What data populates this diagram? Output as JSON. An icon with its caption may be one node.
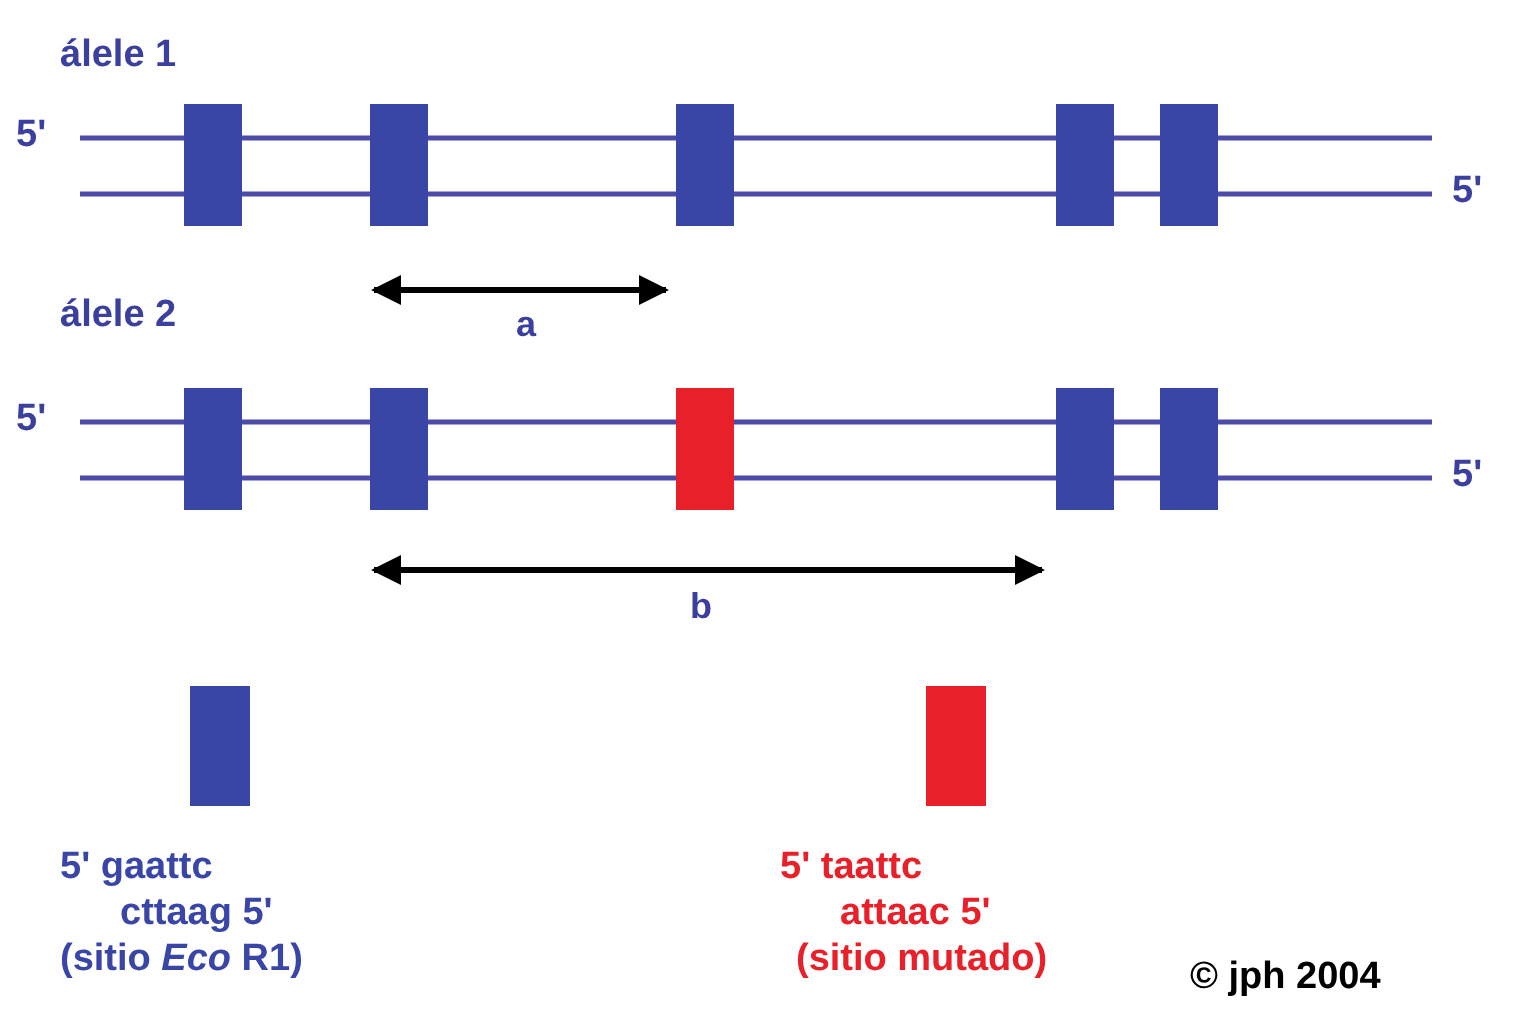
{
  "diagram": {
    "labels": [
      "álele 1",
      "5'",
      "5'",
      "a",
      "álele 2",
      "5'",
      "5'",
      "b",
      "5' gaattc",
      "cttaag 5'",
      "5' taattc",
      "attaac 5'",
      "© jph 2004"
    ],
    "legend": [
      {
        "text": "(sitio *Eco* R1)",
        "color": "#3a46a6"
      },
      {
        "text": "(sitio mutado)",
        "color": "#e8202a"
      }
    ]
  }
}
